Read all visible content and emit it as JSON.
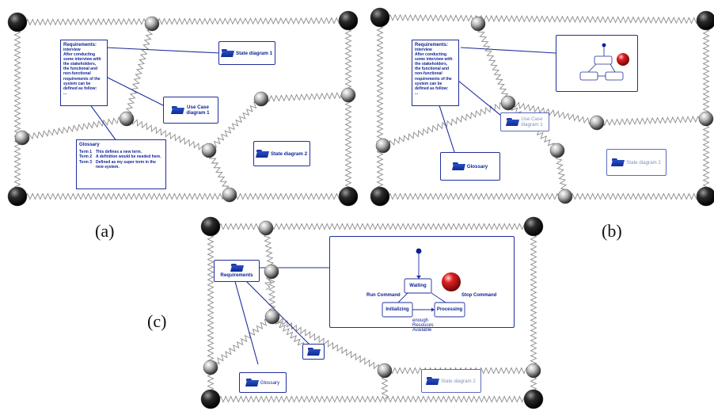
{
  "captions": {
    "a": "(a)",
    "b": "(b)",
    "c": "(c)"
  },
  "requirements": {
    "title": "Requirements:",
    "lines": [
      "interview",
      "After conducting",
      "some interview with",
      "the stakeholders,",
      "the functional and",
      "non-functional",
      "requirements of the",
      "system can be",
      "defined as follow:",
      "..."
    ]
  },
  "glossary": {
    "title": "Glossary",
    "terms": [
      {
        "term": "Term 1",
        "def": "This defines a new term."
      },
      {
        "term": "Term 2",
        "def": "A definition would be needed here."
      },
      {
        "term": "Term 3",
        "def": "Defined as my super term in the new system."
      }
    ]
  },
  "nodes": {
    "state_diagram_1": "State diagram 1",
    "state_diagram_2": "State diagram 2",
    "use_case_line1": "Use Case",
    "use_case_line2": "diagram 1",
    "glossary": "Glossary",
    "requirements": "Requirements"
  },
  "state_machine": {
    "states": [
      "Waiting",
      "Initializing",
      "Processing"
    ],
    "transitions": [
      "Run Command",
      "Stop Command",
      "enough",
      "Resouces",
      "Available"
    ]
  },
  "colors": {
    "accent": "#1f2f9c",
    "text": "#0b1f95",
    "stop_button": "#d01818"
  },
  "icons": [
    "folder-icon",
    "steel-ball-anchor",
    "spring-connector",
    "red-stop-button-icon",
    "initial-state-dot-icon"
  ]
}
